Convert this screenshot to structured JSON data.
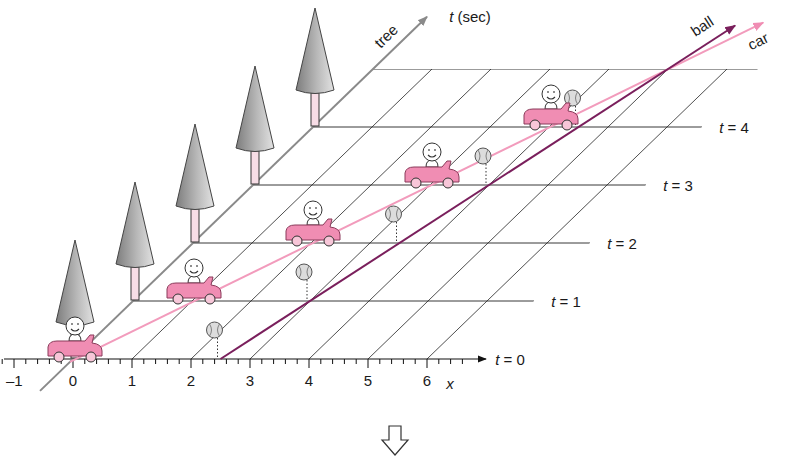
{
  "diagram": {
    "labels": [
      "tree",
      "t (sec)",
      "ball",
      "car",
      "t = 4",
      "t = 3",
      "t = 2",
      "t = 1",
      "t = 0",
      "–1",
      "0",
      "1",
      "2",
      "3",
      "4",
      "5",
      "6",
      "x"
    ]
  }
}
